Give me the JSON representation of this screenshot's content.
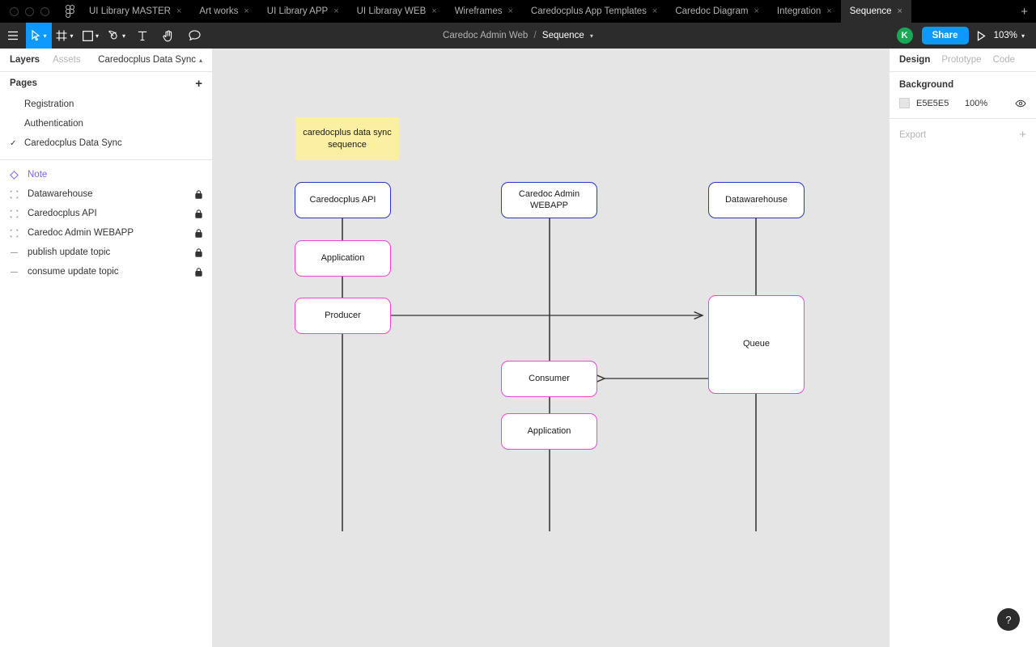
{
  "window": {
    "traffic_lights": [
      "close",
      "minimize",
      "maximize"
    ],
    "logo": "figma-logo"
  },
  "tabs": [
    {
      "label": "UI Library MASTER",
      "active": false
    },
    {
      "label": "Art works",
      "active": false
    },
    {
      "label": "UI Library APP",
      "active": false
    },
    {
      "label": "UI Libraray WEB",
      "active": false
    },
    {
      "label": "Wireframes",
      "active": false
    },
    {
      "label": "Caredocplus App Templates",
      "active": false
    },
    {
      "label": "Caredoc Diagram",
      "active": false
    },
    {
      "label": "Integration",
      "active": false
    },
    {
      "label": "Sequence",
      "active": true
    }
  ],
  "tab_close_glyph": "×",
  "tab_add_glyph": "+",
  "toolbar": {
    "tools": [
      {
        "name": "main-menu",
        "icon": "hamburger-icon",
        "has_chevron": false,
        "active": false
      },
      {
        "name": "move-tool",
        "icon": "cursor-icon",
        "has_chevron": true,
        "active": true
      },
      {
        "name": "frame-tool",
        "icon": "frame-icon",
        "has_chevron": true,
        "active": false
      },
      {
        "name": "shape-tool",
        "icon": "square-icon",
        "has_chevron": true,
        "active": false
      },
      {
        "name": "pen-tool",
        "icon": "pen-icon",
        "has_chevron": true,
        "active": false
      },
      {
        "name": "text-tool",
        "icon": "text-icon",
        "has_chevron": false,
        "active": false
      },
      {
        "name": "hand-tool",
        "icon": "hand-icon",
        "has_chevron": false,
        "active": false
      },
      {
        "name": "comment-tool",
        "icon": "comment-icon",
        "has_chevron": false,
        "active": false
      }
    ],
    "file_name": "Caredoc Admin Web",
    "separator": "/",
    "page_name": "Sequence",
    "chevron": "⌄",
    "avatar_initial": "K",
    "avatar_color": "#18A957",
    "share_label": "Share",
    "share_color": "#0D99FF",
    "present_icon": "play-icon",
    "zoom_level": "103%"
  },
  "left_panel": {
    "tabs": [
      {
        "label": "Layers",
        "active": true
      },
      {
        "label": "Assets",
        "active": false
      }
    ],
    "file_selector": "Caredocplus Data Sync",
    "file_selector_chevron": "⌃",
    "pages_title": "Pages",
    "pages_add_glyph": "+",
    "pages": [
      {
        "label": "Registration",
        "selected": false
      },
      {
        "label": "Authentication",
        "selected": false
      },
      {
        "label": "Caredocplus Data Sync",
        "selected": true
      }
    ],
    "page_check_glyph": "✓",
    "layers": [
      {
        "label": "Note",
        "icon": "component-icon",
        "type": "component",
        "locked": false
      },
      {
        "label": "Datawarehouse",
        "icon": "group-icon",
        "type": "group",
        "locked": true
      },
      {
        "label": "Caredocplus API",
        "icon": "group-icon",
        "type": "group",
        "locked": true
      },
      {
        "label": "Caredoc Admin WEBAPP",
        "icon": "group-icon",
        "type": "group",
        "locked": true
      },
      {
        "label": "publish update topic",
        "icon": "line-icon",
        "type": "line",
        "locked": true
      },
      {
        "label": "consume update topic",
        "icon": "line-icon",
        "type": "line",
        "locked": true
      }
    ]
  },
  "right_panel": {
    "tabs": [
      {
        "label": "Design",
        "active": true
      },
      {
        "label": "Prototype",
        "active": false
      },
      {
        "label": "Code",
        "active": false
      }
    ],
    "background": {
      "title": "Background",
      "hex": "E5E5E5",
      "opacity": "100%",
      "visibility_icon": "eye-icon"
    },
    "export": {
      "title": "Export",
      "add_glyph": "+"
    }
  },
  "canvas": {
    "background_color": "#E5E5E5",
    "sticky_note": {
      "text": "caredocplus data sync sequence",
      "color": "#FBF0A2"
    },
    "lifelines": [
      {
        "name": "Caredocplus API",
        "header": "Caredocplus API",
        "style": "blue"
      },
      {
        "name": "Caredoc Admin WEBAPP",
        "header": "Caredoc Admin WEBAPP",
        "style": "blue"
      },
      {
        "name": "Datawarehouse",
        "header": "Datawarehouse",
        "style": "blue"
      }
    ],
    "nodes": [
      {
        "label": "Application",
        "lifeline": "Caredocplus API",
        "style": "pink"
      },
      {
        "label": "Producer",
        "lifeline": "Caredocplus API",
        "style": "pink"
      },
      {
        "label": "Consumer",
        "lifeline": "Caredoc Admin WEBAPP",
        "style": "pink"
      },
      {
        "label": "Application",
        "lifeline": "Caredoc Admin WEBAPP",
        "style": "pink"
      },
      {
        "label": "Queue",
        "lifeline": "Datawarehouse",
        "style": "pink"
      }
    ],
    "arrows": [
      {
        "from": "Producer",
        "to": "Queue",
        "direction": "right"
      },
      {
        "from": "Queue",
        "to": "Consumer",
        "direction": "left"
      }
    ],
    "colors": {
      "blue_border": "#2638C4",
      "pink_border": "#EE46D3",
      "lifeline": "#222222"
    }
  },
  "help_button": {
    "glyph": "?"
  }
}
